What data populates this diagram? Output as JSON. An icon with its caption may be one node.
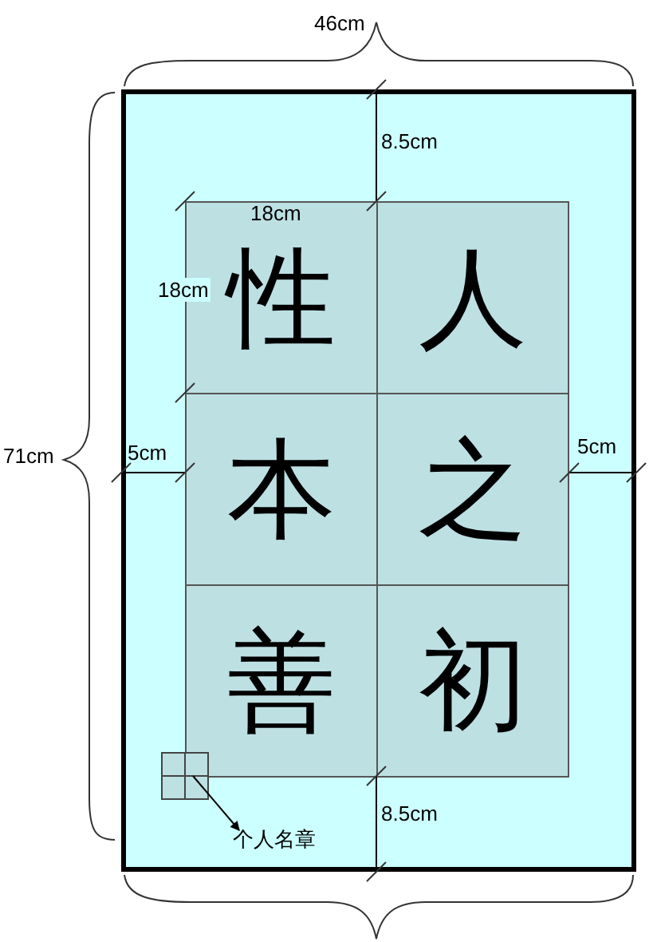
{
  "diagram": {
    "nodes": [
      {
        "text": [],
        "shape": "box"
      },
      {
        "text": [
          "性"
        ],
        "in": 0
      },
      {
        "text": [
          "人"
        ],
        "in": 0
      },
      {
        "text": [
          "本"
        ],
        "in": 0
      },
      {
        "text": [
          "之"
        ],
        "in": 0
      },
      {
        "text": [
          "善"
        ],
        "in": 0
      },
      {
        "text": [
          "初"
        ],
        "in": 0
      },
      {
        "text": [],
        "shape": "box",
        "in": 0
      },
      {
        "text": [
          "个人名章"
        ],
        "in": 0
      }
    ],
    "edges": [
      {
        "from": 7,
        "to": 8,
        "arrow": "to"
      }
    ],
    "labels": [
      "46cm",
      "8.5cm",
      "18cm",
      "18cm",
      "71cm",
      "5cm",
      "5cm",
      "8.5cm"
    ]
  }
}
